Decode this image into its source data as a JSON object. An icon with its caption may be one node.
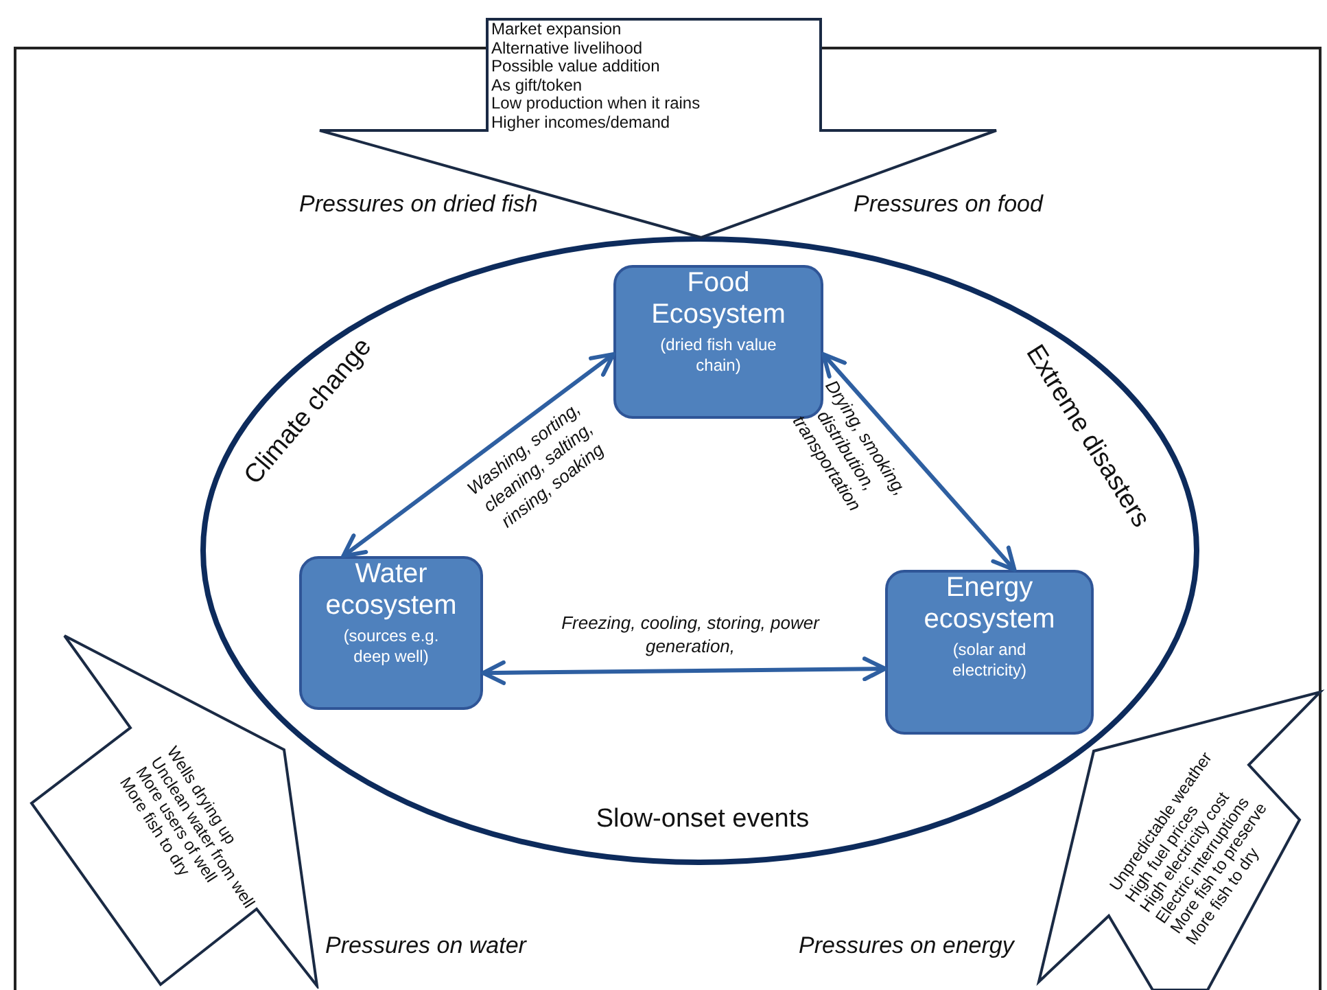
{
  "diagram": {
    "nodes": [
      {
        "text": [
          "Climate change",
          "Extreme disasters",
          "Slow-onset events"
        ]
      },
      {
        "text": [
          "Food Ecosystem",
          "(dried fish value chain)"
        ],
        "in": 0
      },
      {
        "text": [
          "Water ecosystem",
          "(sources e.g. deep well)"
        ],
        "in": 0
      },
      {
        "text": [
          "Energy ecosystem",
          "(solar and electricity)"
        ],
        "in": 0
      },
      {
        "text": [
          "Market expansion",
          "Alternative livelihood",
          "Possible value addition",
          "As gift/token",
          "Low production when it rains",
          "Higher incomes/demand"
        ],
        "beside": [
          "Pressures on dried fish",
          "Pressures on food"
        ]
      },
      {
        "text": [
          "Wells drying up",
          "Unclean water from well",
          "More users of well",
          "More fish to dry"
        ],
        "beside": [
          "Pressures on water"
        ]
      },
      {
        "text": [
          "Unpredictable weather",
          "High fuel prices",
          "High electricity cost",
          "Electric interruptions",
          "More fish to preserve",
          "More fish to dry"
        ],
        "beside": [
          "Pressures on energy"
        ]
      }
    ],
    "edges": [
      {
        "from": 2,
        "to": 1,
        "arrow": "both",
        "label": "Washing, sorting, cleaning, salting, rinsing, soaking"
      },
      {
        "from": 1,
        "to": 3,
        "arrow": "both",
        "label": "Drying, smoking, distribution, transportation"
      },
      {
        "from": 2,
        "to": 3,
        "arrow": "both",
        "label": "Freezing, cooling, storing, power generation,"
      }
    ]
  }
}
